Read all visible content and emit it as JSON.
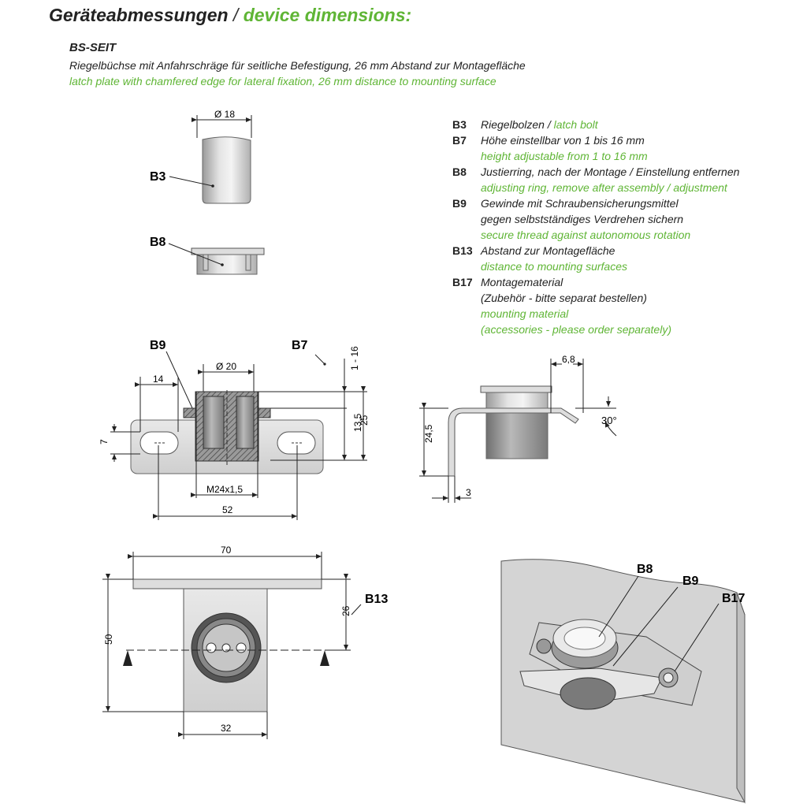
{
  "title": {
    "de": "Geräteabmessungen",
    "sep": " / ",
    "en": "device dimensions:"
  },
  "product": {
    "code": "BS-SEIT",
    "desc_de": "Riegelbüchse mit Anfahrschräge für seitliche Befestigung, 26 mm Abstand zur Montagefläche",
    "desc_en": "latch plate with chamfered edge for lateral fixation, 26 mm distance to mounting surface"
  },
  "legend": [
    {
      "key": "B3",
      "line1": "Riegelbolzen / ",
      "line1_en": "latch bolt"
    },
    {
      "key": "B7",
      "line1": "Höhe einstellbar von 1 bis 16 mm",
      "en": [
        "height adjustable from 1 to 16 mm"
      ]
    },
    {
      "key": "B8",
      "line1": "Justierring, nach der Montage / Einstellung entfernen",
      "en": [
        "adjusting ring, remove after assembly / adjustment"
      ]
    },
    {
      "key": "B9",
      "line1": "Gewinde mit Schraubensicherungsmittel",
      "line2": "gegen selbstständiges Verdrehen sichern",
      "en": [
        "secure thread against autonomous rotation"
      ]
    },
    {
      "key": "B13",
      "line1": "Abstand zur Montagefläche",
      "en": [
        "distance to mounting surfaces"
      ]
    },
    {
      "key": "B17",
      "line1": "Montagematerial",
      "line2": "(Zubehör - bitte separat bestellen)",
      "en": [
        "mounting material",
        "(accessories - please order separately)"
      ]
    }
  ],
  "labels": {
    "b3": "B3",
    "b8": "B8",
    "b9": "B9",
    "b7": "B7",
    "b13": "B13",
    "b17": "B17"
  },
  "dims": {
    "d18": "Ø 18",
    "d20": "Ø 20",
    "w14": "14",
    "h7": "7",
    "adj": "1 - 16",
    "h135": "13,5",
    "h25": "25",
    "thread": "M24x1,5",
    "w52": "52",
    "w68": "6,8",
    "a30": "30°",
    "h245": "24,5",
    "t3": "3",
    "w70": "70",
    "h26": "26",
    "h50": "50",
    "w32": "32"
  }
}
